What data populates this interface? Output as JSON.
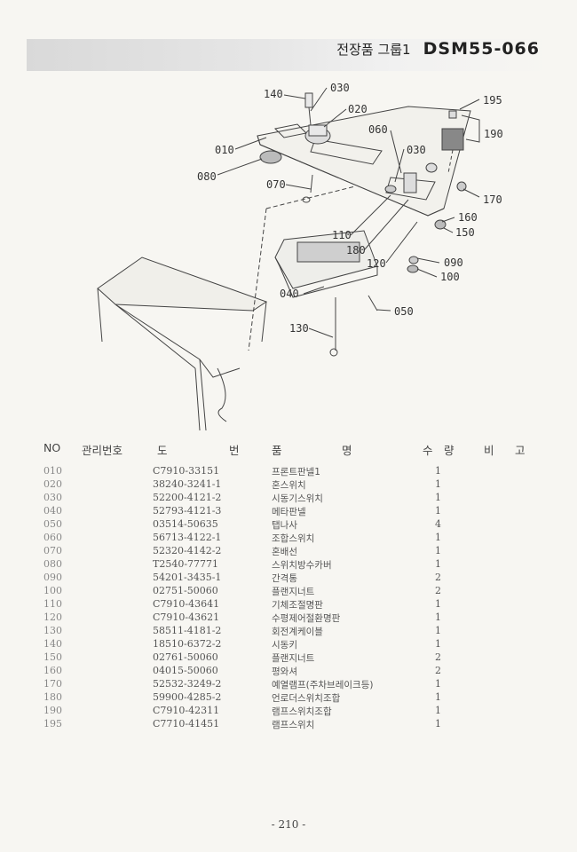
{
  "header": {
    "group": "전장품 그룹1",
    "model": "DSM55-066"
  },
  "diagram": {
    "callouts": [
      "140",
      "030",
      "020",
      "060",
      "030",
      "010",
      "080",
      "070",
      "195",
      "190",
      "170",
      "160",
      "150",
      "110",
      "180",
      "120",
      "090",
      "100",
      "040",
      "050",
      "130"
    ]
  },
  "table": {
    "headers": {
      "no": "NO",
      "mgmt": "관리번호",
      "do": "도",
      "beon": "번",
      "pum": "품",
      "myeong": "명",
      "su": "수",
      "ryang": "량",
      "bi": "비",
      "go": "고"
    },
    "rows": [
      {
        "no": "010",
        "part": "C7910-33151",
        "name": "프론트판넬1",
        "qty": "1"
      },
      {
        "no": "020",
        "part": "38240-3241-1",
        "name": "혼스위치",
        "qty": "1"
      },
      {
        "no": "030",
        "part": "52200-4121-2",
        "name": "시동기스위치",
        "qty": "1"
      },
      {
        "no": "040",
        "part": "52793-4121-3",
        "name": "메타판넬",
        "qty": "1"
      },
      {
        "no": "050",
        "part": "03514-50635",
        "name": "탭나사",
        "qty": "4"
      },
      {
        "no": "060",
        "part": "56713-4122-1",
        "name": "조합스위치",
        "qty": "1"
      },
      {
        "no": "070",
        "part": "52320-4142-2",
        "name": "혼배선",
        "qty": "1"
      },
      {
        "no": "080",
        "part": "T2540-77771",
        "name": "스위치방수카버",
        "qty": "1"
      },
      {
        "no": "090",
        "part": "54201-3435-1",
        "name": "간격통",
        "qty": "2"
      },
      {
        "no": "100",
        "part": "02751-50060",
        "name": "플랜지너트",
        "qty": "2"
      },
      {
        "no": "110",
        "part": "C7910-43641",
        "name": "기체조절명판",
        "qty": "1"
      },
      {
        "no": "120",
        "part": "C7910-43621",
        "name": "수평제어절환명판",
        "qty": "1"
      },
      {
        "no": "130",
        "part": "58511-4181-2",
        "name": "회전계케이블",
        "qty": "1"
      },
      {
        "no": "140",
        "part": "18510-6372-2",
        "name": "시동키",
        "qty": "1"
      },
      {
        "no": "150",
        "part": "02761-50060",
        "name": "플랜지너트",
        "qty": "2"
      },
      {
        "no": "160",
        "part": "04015-50060",
        "name": "평와셔",
        "qty": "2"
      },
      {
        "no": "170",
        "part": "52532-3249-2",
        "name": "예열램프(주차브레이크등)",
        "qty": "1"
      },
      {
        "no": "180",
        "part": "59900-4285-2",
        "name": "언로더스위치조합",
        "qty": "1"
      },
      {
        "no": "190",
        "part": "C7910-42311",
        "name": "램프스위치조합",
        "qty": "1"
      },
      {
        "no": "195",
        "part": "C7710-41451",
        "name": "램프스위치",
        "qty": "1"
      }
    ]
  },
  "footer": {
    "page": "- 210 -"
  }
}
